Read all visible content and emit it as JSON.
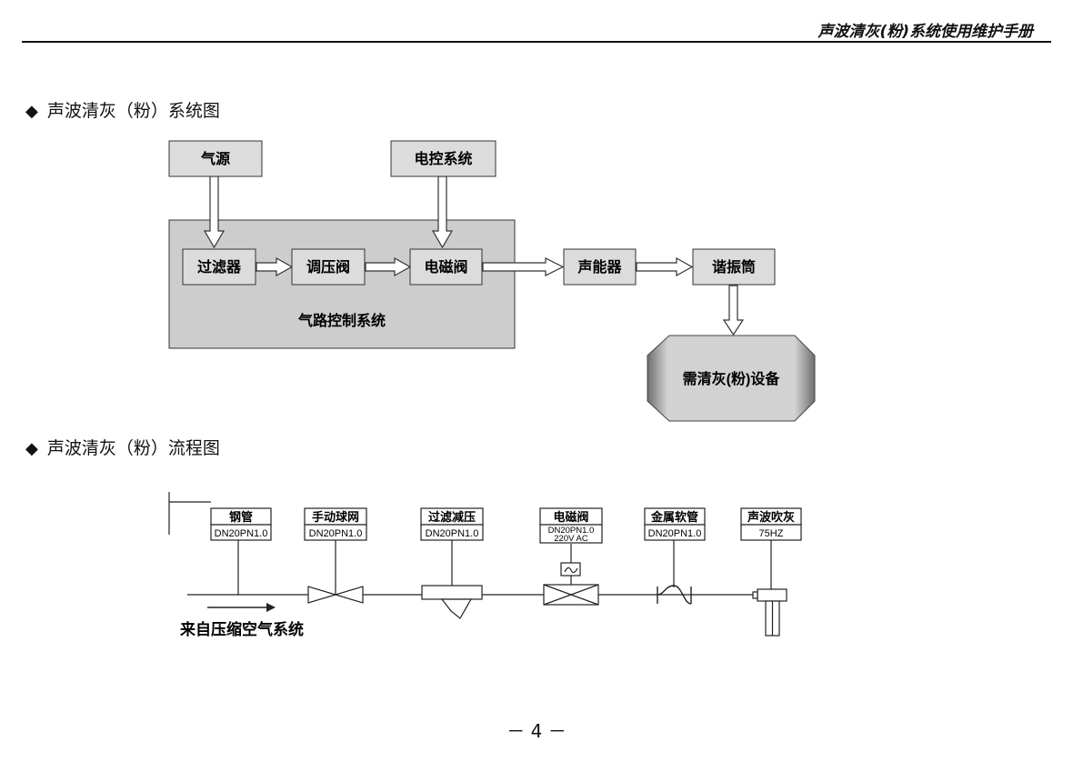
{
  "header": {
    "title": "声波清灰(粉)系统使用维护手册"
  },
  "section1": {
    "bullet": "◆",
    "heading": "声波清灰（粉）系统图",
    "boxes": {
      "air_source": "气源",
      "control_system": "电控系统",
      "filter": "过滤器",
      "regulator": "调压阀",
      "solenoid": "电磁阀",
      "sound_generator": "声能器",
      "resonator": "谐振筒",
      "gas_control_system": "气路控制系统",
      "equipment": "需清灰(粉)设备"
    }
  },
  "section2": {
    "bullet": "◆",
    "heading": "声波清灰（粉）流程图",
    "components": [
      {
        "name": "钢管",
        "spec": "DN20PN1.0"
      },
      {
        "name": "手动球网",
        "spec": "DN20PN1.0"
      },
      {
        "name": "过滤减压",
        "spec": "DN20PN1.0"
      },
      {
        "name": "电磁阀",
        "spec": "DN20PN1.0",
        "spec2": "220V AC"
      },
      {
        "name": "金属软管",
        "spec": "DN20PN1.0"
      },
      {
        "name": "声波吹灰",
        "spec": "75HZ"
      }
    ],
    "inlet_label": "来自压缩空气系统"
  },
  "footer": {
    "page_number": "－ 4 －"
  },
  "colors": {
    "box_fill": "#dcdcdc",
    "panel_fill": "#cdcdcd",
    "equipment_side": "#7a7a7a",
    "equipment_center": "#d2d2d2",
    "line": "#222222"
  }
}
